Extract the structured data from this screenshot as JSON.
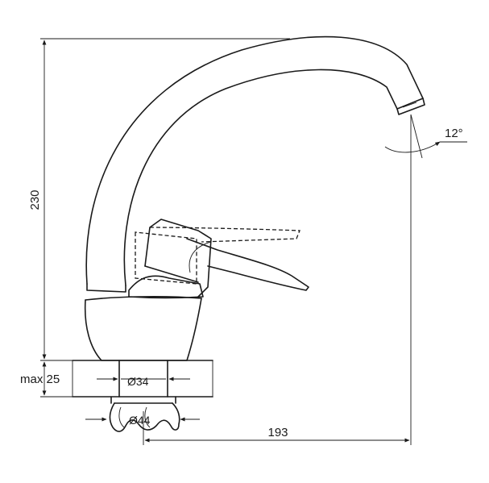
{
  "dimensions": {
    "height": "230",
    "reach": "193",
    "angle": "12°",
    "mount_thickness": "max 25",
    "shank_diameter": "Ø34",
    "nut_diameter": "Ø44"
  }
}
